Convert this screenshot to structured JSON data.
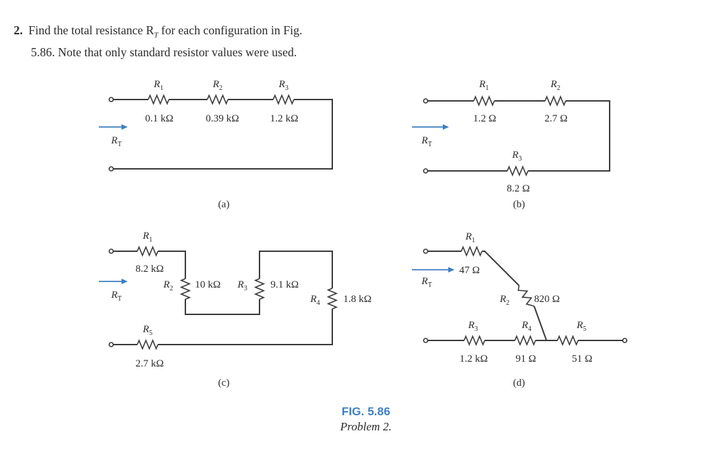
{
  "problem": {
    "number": "2.",
    "line1": "Find the total resistance R",
    "line1_sub": "T",
    "line1_rest": " for each configuration in Fig.",
    "line2": "5.86. Note that only standard resistor values were used."
  },
  "rt_label": {
    "main": "R",
    "sub": "T"
  },
  "circuits": {
    "a": {
      "caption": "(a)",
      "resistors": [
        {
          "name": "R",
          "sub": "1",
          "value": "0.1 kΩ"
        },
        {
          "name": "R",
          "sub": "2",
          "value": "0.39 kΩ"
        },
        {
          "name": "R",
          "sub": "3",
          "value": "1.2 kΩ"
        }
      ]
    },
    "b": {
      "caption": "(b)",
      "resistors": [
        {
          "name": "R",
          "sub": "1",
          "value": "1.2 Ω"
        },
        {
          "name": "R",
          "sub": "2",
          "value": "2.7 Ω"
        },
        {
          "name": "R",
          "sub": "3",
          "value": "8.2 Ω"
        }
      ]
    },
    "c": {
      "caption": "(c)",
      "resistors": [
        {
          "name": "R",
          "sub": "1",
          "value": "8.2 kΩ"
        },
        {
          "name": "R",
          "sub": "2",
          "value": "10 kΩ"
        },
        {
          "name": "R",
          "sub": "3",
          "value": "9.1 kΩ"
        },
        {
          "name": "R",
          "sub": "4",
          "value": "1.8 kΩ"
        },
        {
          "name": "R",
          "sub": "5",
          "value": "2.7 kΩ"
        }
      ]
    },
    "d": {
      "caption": "(d)",
      "resistors": [
        {
          "name": "R",
          "sub": "1",
          "value": "47 Ω"
        },
        {
          "name": "R",
          "sub": "2",
          "value": "820 Ω"
        },
        {
          "name": "R",
          "sub": "3",
          "value": "1.2 kΩ"
        },
        {
          "name": "R",
          "sub": "4",
          "value": "91 Ω"
        },
        {
          "name": "R",
          "sub": "5",
          "value": "51 Ω"
        }
      ]
    }
  },
  "figure": {
    "number": "FIG. 5.86",
    "caption": "Problem 2."
  },
  "colors": {
    "accent": "#3d7fc1",
    "ink": "#2b2b2b"
  }
}
